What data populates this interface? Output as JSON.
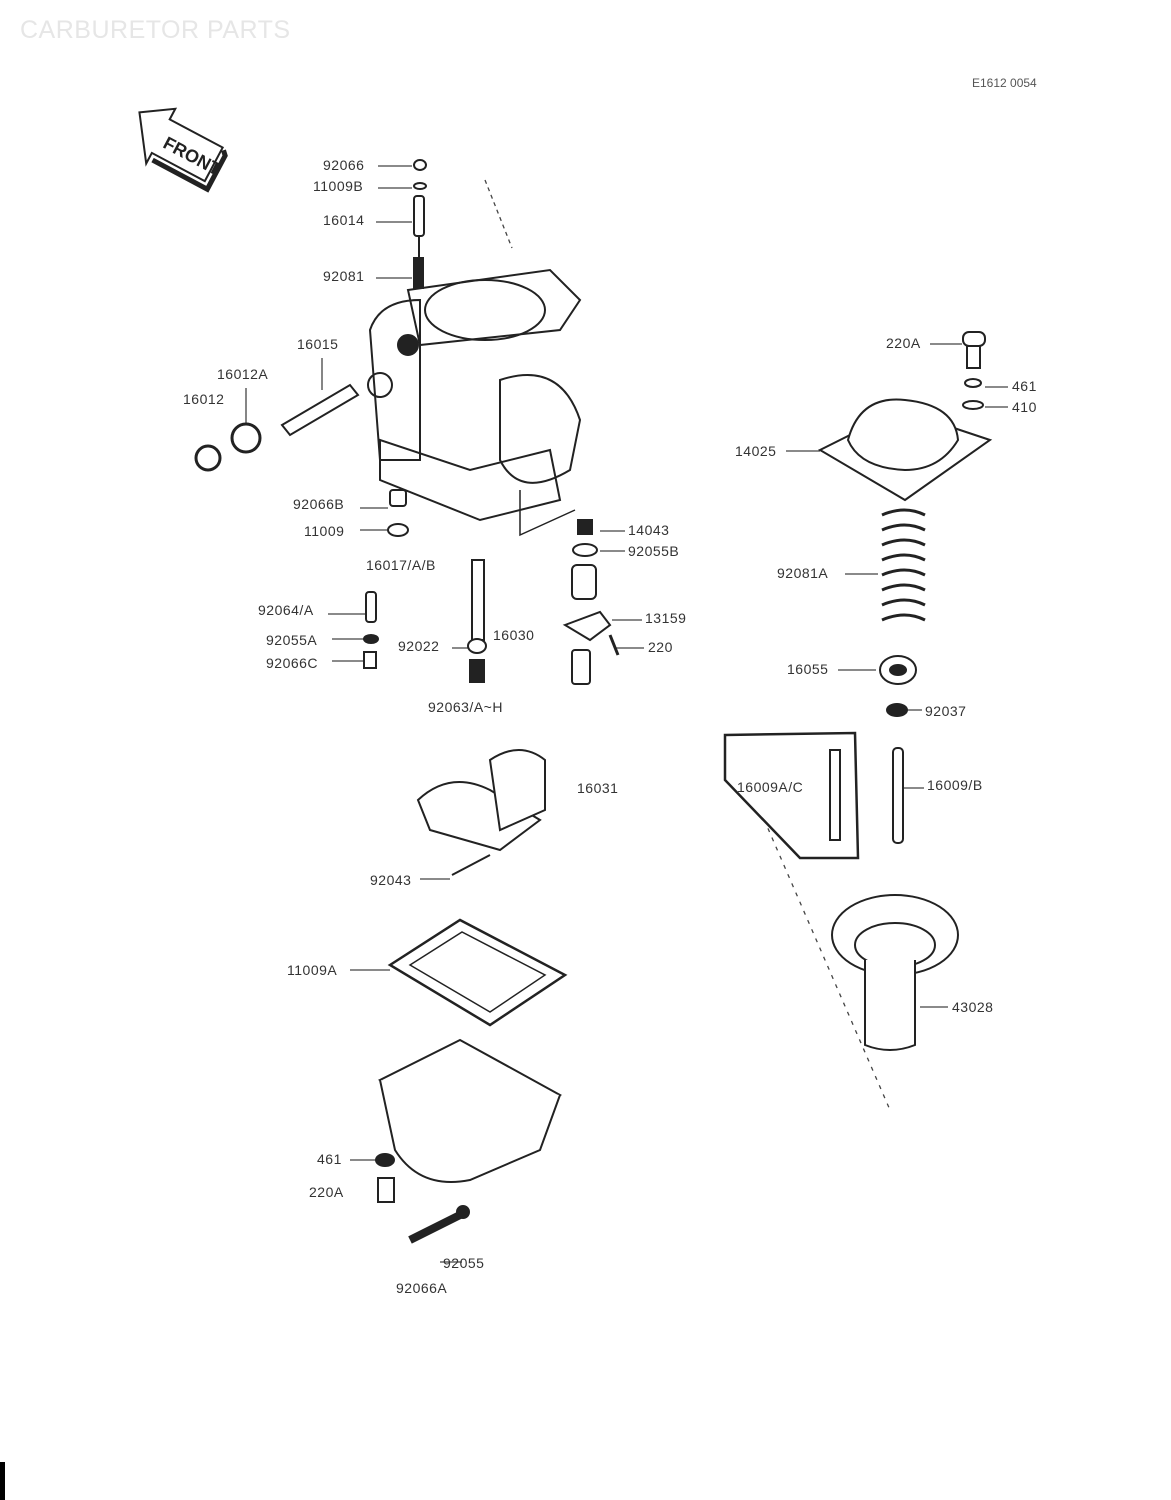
{
  "title": "CARBURETOR PARTS",
  "diagram_code": "E1612 0054",
  "front_label": "FRONT",
  "parts": {
    "p92066": "92066",
    "p11009B": "11009B",
    "p16014": "16014",
    "p92081": "92081",
    "p16015": "16015",
    "p16012A": "16012A",
    "p16012": "16012",
    "p92066B": "92066B",
    "p11009": "11009",
    "p16017": "16017/A/B",
    "p92064": "92064/A",
    "p92055A": "92055A",
    "p92066C": "92066C",
    "p92022": "92022",
    "p16030": "16030",
    "p92063": "92063/A~H",
    "p14043": "14043",
    "p92055B": "92055B",
    "p13159": "13159",
    "p220": "220",
    "p220A_top": "220A",
    "p461_top": "461",
    "p410": "410",
    "p14025": "14025",
    "p92081A": "92081A",
    "p16055": "16055",
    "p92037": "92037",
    "p16009AC": "16009A/C",
    "p16009B": "16009/B",
    "p16031": "16031",
    "p92043": "92043",
    "p11009A": "11009A",
    "p43028": "43028",
    "p461_bot": "461",
    "p220A_bot": "220A",
    "p92055": "92055",
    "p92066A": "92066A"
  }
}
